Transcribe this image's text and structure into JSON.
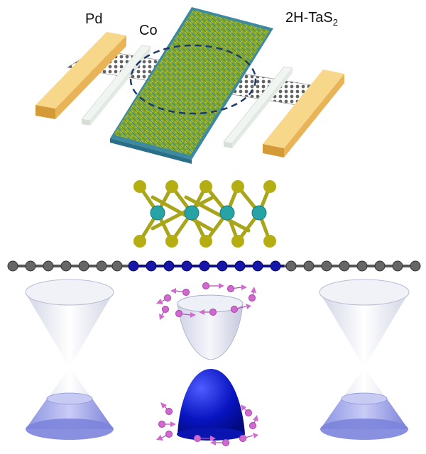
{
  "labels": {
    "pd": "Pd",
    "co": "Co",
    "tas2_main": "2H-TaS",
    "tas2_sub": "2"
  },
  "colors": {
    "gold_top": "#f5d27a",
    "gold_front": "#e2a94a",
    "gold_side": "#c98d2e",
    "cobalt": "#eef3ee",
    "graphene_atom": "#5a5a5a",
    "tas2_green": "#8fb030",
    "tas2_blue": "#2a7fa8",
    "s_atom": "#b5b01a",
    "ta_atom": "#2aa6a8",
    "chain_gray": "#6b6b6b",
    "chain_blue": "#1a1aa0",
    "cone_light": "#e3e6f3",
    "cone_fill": "#9aa3e8",
    "gap_band": "#0a15c8",
    "spin_arrow": "#d06ad0",
    "ellipse": "#1e3a6a"
  },
  "icons": [
    "pd-electrode-icon",
    "co-electrode-icon",
    "graphene-channel-icon",
    "tas2-flake-icon",
    "tas2-crystal-structure-icon",
    "atomic-chain-icon",
    "dirac-cone-icon",
    "gapped-band-icon",
    "spin-texture-arrow-icon"
  ]
}
